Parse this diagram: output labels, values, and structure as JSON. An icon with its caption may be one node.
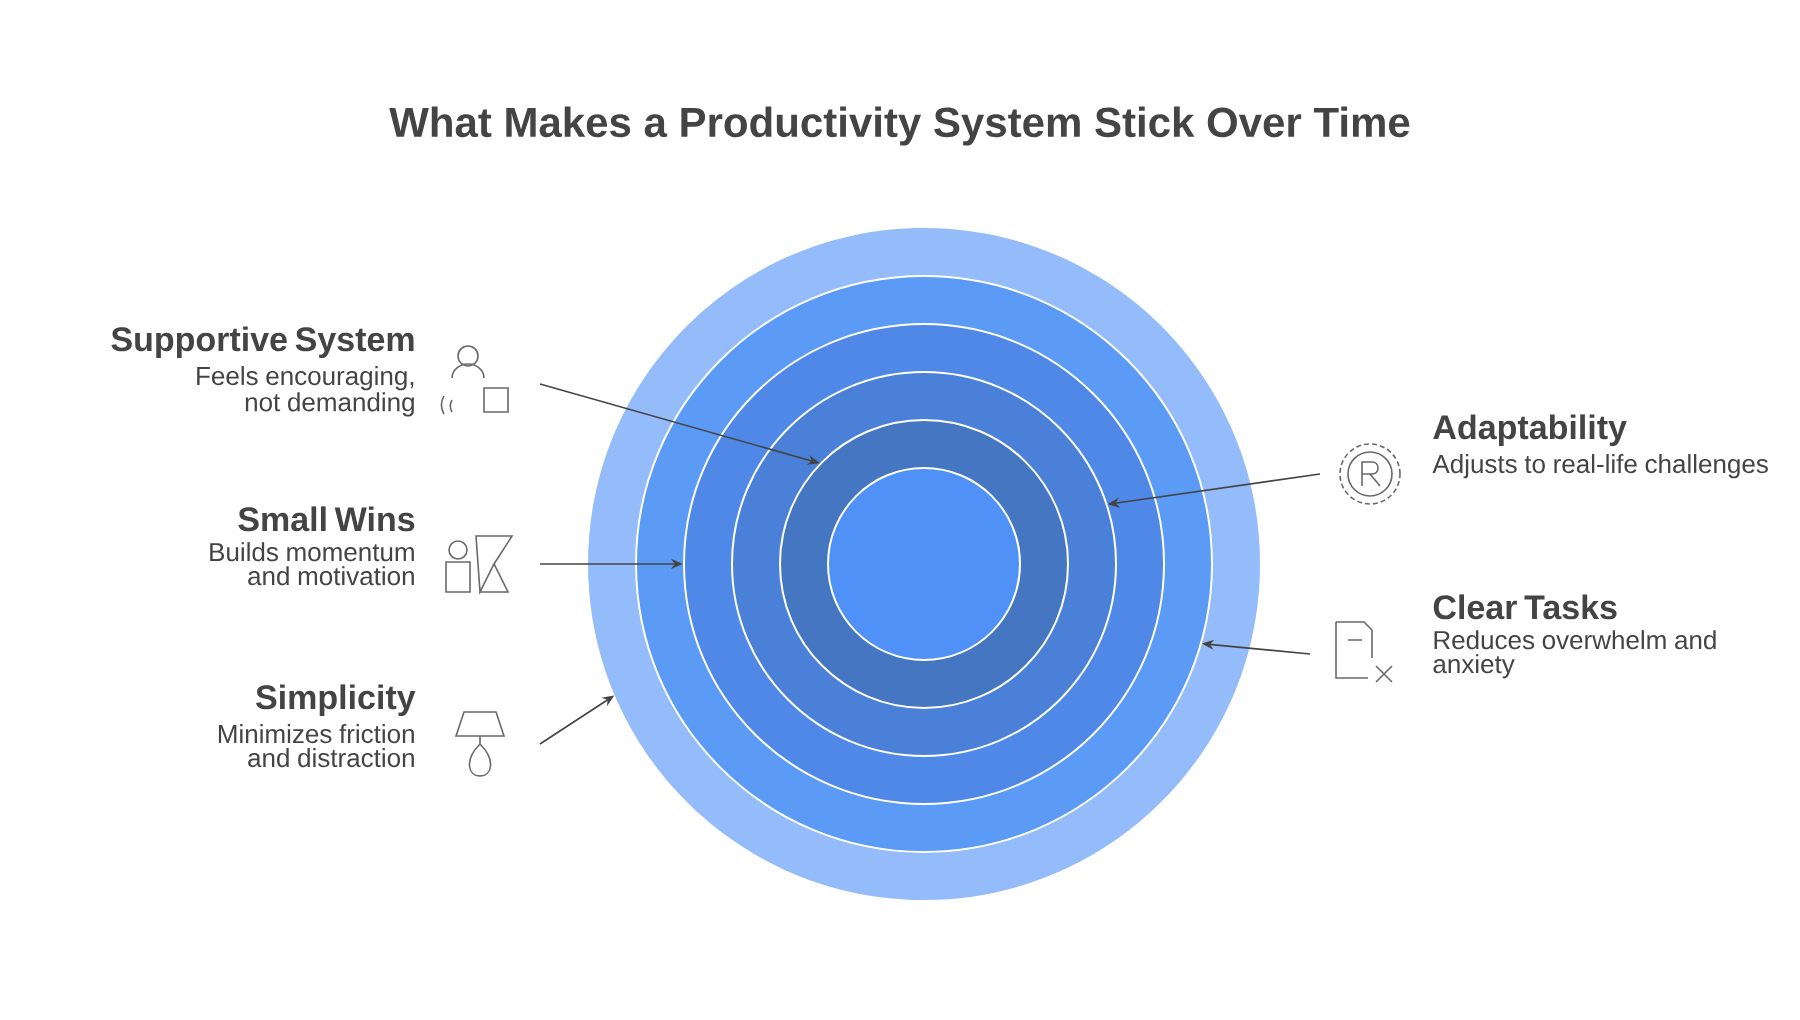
{
  "diagram": {
    "title": "What Makes a Productivity System Stick Over Time",
    "nodes": [
      {
        "text": [],
        "shape": "circle"
      },
      {
        "text": [],
        "shape": "circle",
        "in": 0
      },
      {
        "text": [],
        "shape": "circle",
        "in": 1
      },
      {
        "text": [],
        "shape": "circle",
        "in": 2
      },
      {
        "text": [],
        "shape": "circle",
        "in": 3
      },
      {
        "text": [],
        "shape": "circle",
        "in": 4
      },
      {
        "text": [
          "Supportive System",
          "Feels encouraging, not demanding"
        ]
      },
      {
        "text": [
          "Small Wins",
          "Builds momentum and motivation"
        ]
      },
      {
        "text": [
          "Simplicity",
          "Minimizes friction and distraction"
        ]
      },
      {
        "text": [
          "Adaptability",
          "Adjusts to real-life challenges"
        ]
      },
      {
        "text": [
          "Clear Tasks",
          "Reduces overwhelm and anxiety"
        ]
      }
    ],
    "edges": [
      {
        "from": 6,
        "to": 4,
        "arrow": "to"
      },
      {
        "from": 7,
        "to": 2,
        "arrow": "to"
      },
      {
        "from": 8,
        "to": 0,
        "arrow": "to"
      },
      {
        "from": 9,
        "to": 3,
        "arrow": "to"
      },
      {
        "from": 10,
        "to": 1,
        "arrow": "to"
      }
    ]
  }
}
